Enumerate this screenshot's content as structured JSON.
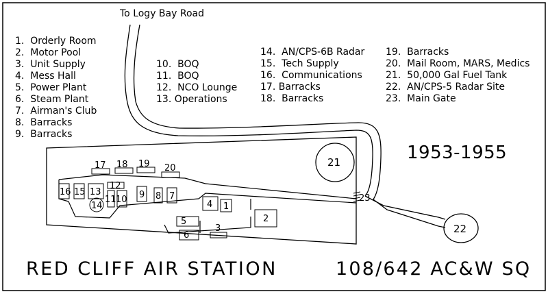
{
  "road_label": "To Logy Bay Road",
  "period": "1953-1955",
  "station_name": "RED CLIFF AIR STATION",
  "squadron": "108/642 AC&W SQ",
  "legend_col1": [
    "1.  Orderly Room",
    "2.  Motor Pool",
    "3.  Unit Supply",
    "4.  Mess Hall",
    "5.  Power Plant",
    "6.  Steam Plant",
    "7.  Airman's Club",
    "8.  Barracks",
    "9.  Barracks"
  ],
  "legend_col2": [
    "10.  BOQ",
    "11.  BOQ",
    "12.  NCO Lounge",
    "13. Operations"
  ],
  "legend_col3": [
    "14.  AN/CPS-6B Radar",
    "15.  Tech Supply",
    "16.  Communications",
    "17. Barracks",
    "18.  Barracks"
  ],
  "legend_col4": [
    "19.  Barracks",
    "20.  Mail Room, MARS, Medics",
    "21.  50,000 Gal Fuel Tank",
    "22.  AN/CPS-5 Radar Site",
    "23.  Main Gate"
  ],
  "map_labels": {
    "b1": "1",
    "b2": "2",
    "b3": "3",
    "b4": "4",
    "b5": "5",
    "b6": "6",
    "b7": "7",
    "b8": "8",
    "b9": "9",
    "b10": "10",
    "b11": "11",
    "b12": "12",
    "b13": "13",
    "b14": "14",
    "b15": "15",
    "b16": "16",
    "b17": "17",
    "b18": "18",
    "b19": "19",
    "b20": "20",
    "b21": "21",
    "b22": "22",
    "b23": "23"
  },
  "colors": {
    "ink": "#000000",
    "background": "#ffffff"
  }
}
